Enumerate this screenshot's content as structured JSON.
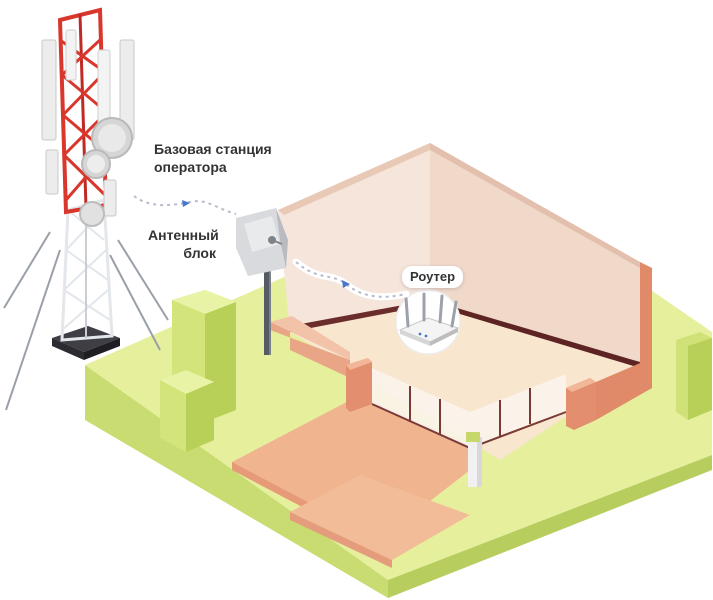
{
  "labels": {
    "base_station": [
      "Базовая станция",
      "оператора"
    ],
    "antenna_unit": [
      "Антенный",
      "блок"
    ],
    "router": "Роутер"
  },
  "colors": {
    "tower_red": "#d9362c",
    "tower_white": "#f2f2f2",
    "grass_top": "#e6f09c",
    "grass_side": "#c8dc72",
    "floor": "#f8e6cf",
    "wall_inner": "#f3ddd0",
    "wall_cut": "#e38e6e",
    "wall_dark": "#6b2c2c",
    "terrace": "#f0b48e",
    "terrace_edge": "#e79a78",
    "signal_line": "#b7bccc",
    "arrow_blue": "#4a78c8",
    "label_text": "#333333"
  },
  "icons": {
    "tower": "cell-tower-icon",
    "antenna": "panel-antenna-icon",
    "router": "wifi-router-icon",
    "signal_arrow": "signal-arrow-icon"
  }
}
